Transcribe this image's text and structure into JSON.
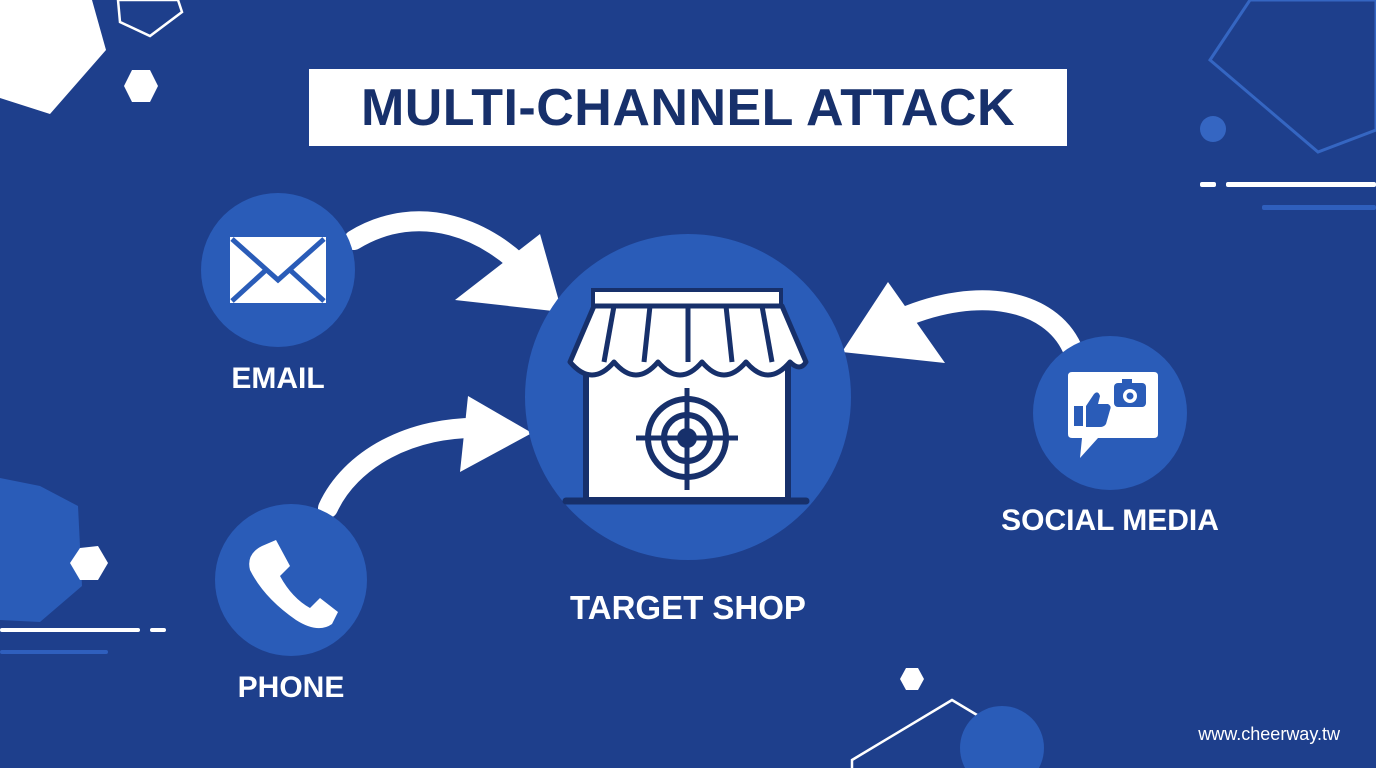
{
  "title": "MULTI-CHANNEL ATTACK",
  "target": {
    "label": "TARGET SHOP",
    "icon": "storefront-target-icon"
  },
  "channels": [
    {
      "label": "EMAIL",
      "icon": "envelope-icon"
    },
    {
      "label": "PHONE",
      "icon": "phone-icon"
    },
    {
      "label": "SOCIAL MEDIA",
      "icon": "social-media-icon"
    }
  ],
  "watermark": "www.cheerway.tw",
  "colors": {
    "background": "#1e3f8c",
    "circle": "#2a5cb8",
    "title_text": "#17306b",
    "foreground": "#ffffff"
  }
}
